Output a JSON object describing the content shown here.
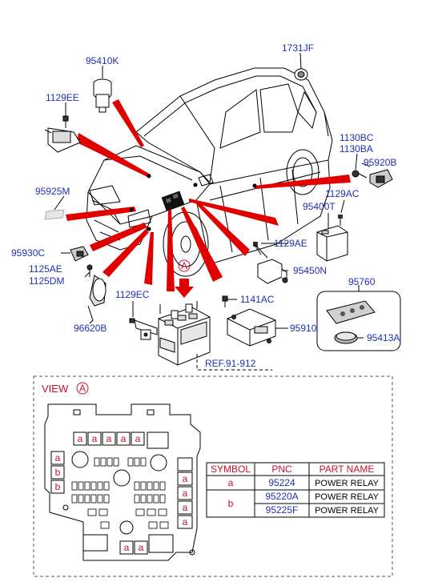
{
  "callouts": {
    "p95410K": "95410K",
    "p1731JF": "1731JF",
    "p1129EE": "1129EE",
    "p1130BC": "1130BC",
    "p1130BA": "1130BA",
    "p95920B": "95920B",
    "p95925M": "95925M",
    "p1129AC": "1129AC",
    "p95400T": "95400T",
    "p95930C": "95930C",
    "p1129AE": "1129AE",
    "p1125AE": "1125AE",
    "p1125DM": "1125DM",
    "p95450N": "95450N",
    "p95760": "95760",
    "p1129EC": "1129EC",
    "p1141AC": "1141AC",
    "p96620B": "96620B",
    "p95910": "95910",
    "p95413A": "95413A",
    "ref": "REF.91-912",
    "view_marker": "A"
  },
  "view": {
    "title": "VIEW",
    "marker": "A",
    "relay_a": "a",
    "relay_b": "b"
  },
  "table": {
    "headers": [
      "SYMBOL",
      "PNC",
      "PART NAME"
    ],
    "rows": [
      {
        "symbol": "a",
        "pnc": "95224",
        "name": "POWER RELAY"
      },
      {
        "symbol": "b",
        "pnc": "95220A",
        "name": "POWER RELAY"
      },
      {
        "symbol": "",
        "pnc": "95225F",
        "name": "POWER RELAY"
      }
    ]
  },
  "colors": {
    "callout_text": "#1f2fb8",
    "leader_red": "#e00000",
    "view_red": "#c8102e",
    "line": "#000000"
  }
}
